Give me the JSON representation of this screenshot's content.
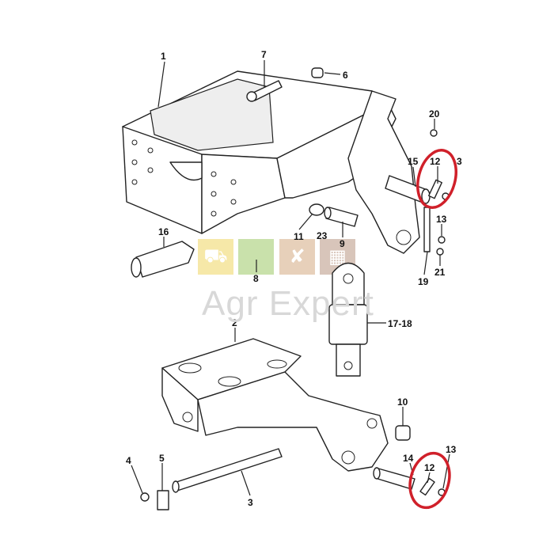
{
  "diagram": {
    "title": "Front axle support exploded view",
    "callouts": [
      "1",
      "7",
      "6",
      "20",
      "12",
      "3",
      "15",
      "13",
      "21",
      "19",
      "11",
      "23",
      "9",
      "16",
      "8",
      "17-18",
      "2",
      "10",
      "14",
      "12",
      "13",
      "4",
      "5",
      "3"
    ],
    "highlight_color": "#d0202a"
  },
  "watermark": {
    "text": "Agr Expert",
    "tiles": [
      {
        "icon": "tractor-icon",
        "color": "#f5e49a"
      },
      {
        "icon": "bolt-icon",
        "color": "#bfdc9c"
      },
      {
        "icon": "tools-icon",
        "color": "#e3c8af"
      },
      {
        "icon": "fence-icon",
        "color": "#d2bcae"
      }
    ]
  }
}
